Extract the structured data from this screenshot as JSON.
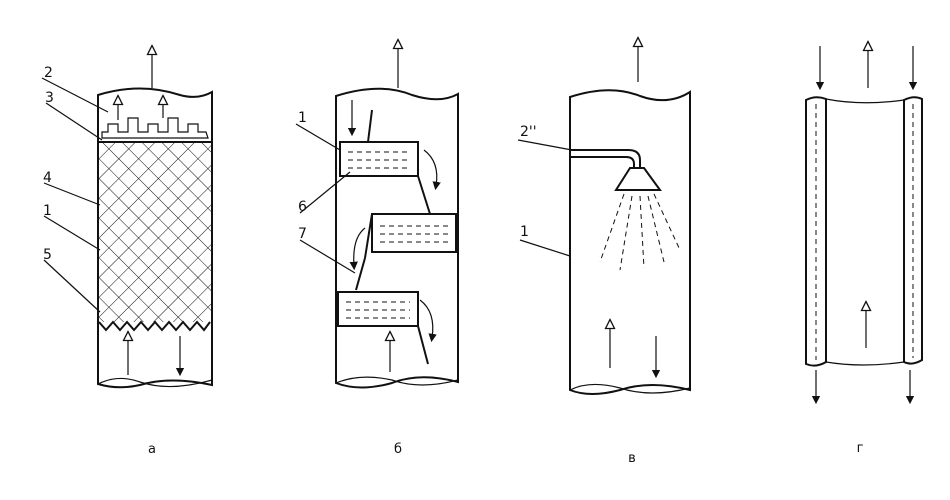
{
  "panels": [
    {
      "caption": "а"
    },
    {
      "caption": "б"
    },
    {
      "caption": "в"
    },
    {
      "caption": "г"
    }
  ],
  "labels": {
    "a": [
      "2",
      "3",
      "4",
      "1",
      "5"
    ],
    "b": [
      "1",
      "6",
      "7"
    ],
    "c": [
      "2''",
      "1"
    ]
  }
}
